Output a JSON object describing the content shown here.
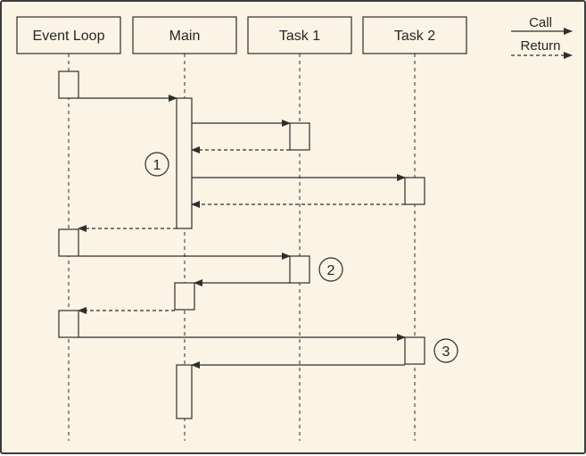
{
  "diagram": {
    "participants": [
      {
        "id": "event_loop",
        "label": "Event Loop"
      },
      {
        "id": "main",
        "label": "Main"
      },
      {
        "id": "task1",
        "label": "Task 1"
      },
      {
        "id": "task2",
        "label": "Task 2"
      }
    ],
    "legend": {
      "call_label": "Call",
      "return_label": "Return"
    },
    "markers": [
      {
        "label": "1",
        "near": "main"
      },
      {
        "label": "2",
        "near": "task1"
      },
      {
        "label": "3",
        "near": "task2"
      }
    ],
    "messages": [
      {
        "from": "event_loop",
        "to": "main",
        "type": "call"
      },
      {
        "from": "main",
        "to": "task1",
        "type": "call"
      },
      {
        "from": "task1",
        "to": "main",
        "type": "return"
      },
      {
        "from": "main",
        "to": "task2",
        "type": "call"
      },
      {
        "from": "task2",
        "to": "main",
        "type": "return"
      },
      {
        "from": "main",
        "to": "event_loop",
        "type": "return"
      },
      {
        "from": "event_loop",
        "to": "task1",
        "type": "call"
      },
      {
        "from": "task1",
        "to": "main",
        "type": "call"
      },
      {
        "from": "main",
        "to": "event_loop",
        "type": "return"
      },
      {
        "from": "event_loop",
        "to": "task2",
        "type": "call"
      },
      {
        "from": "task2",
        "to": "main",
        "type": "call"
      }
    ]
  },
  "colors": {
    "background": "#fbf3e4",
    "stroke": "#2e2e2e",
    "text": "#262626"
  }
}
